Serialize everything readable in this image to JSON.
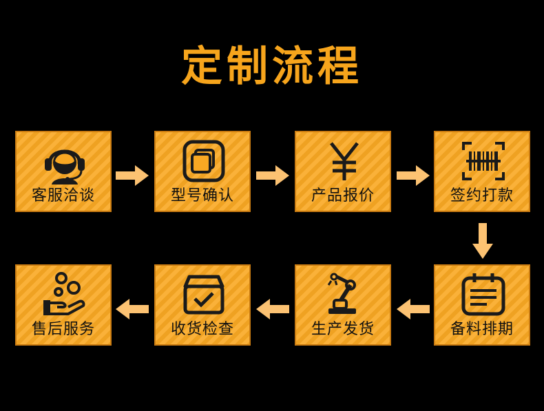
{
  "title": "定制流程",
  "colors": {
    "accent": "#f7a51c",
    "box": "#f9a823",
    "arrow": "#fcc272",
    "background": "#000000",
    "icon": "#1a1a1a"
  },
  "steps": [
    {
      "label": "客服洽谈",
      "icon": "headset-agent-icon"
    },
    {
      "label": "型号确认",
      "icon": "layers-icon"
    },
    {
      "label": "产品报价",
      "icon": "yen-icon"
    },
    {
      "label": "签约打款",
      "icon": "barcode-icon"
    },
    {
      "label": "备料排期",
      "icon": "calendar-icon"
    },
    {
      "label": "生产发货",
      "icon": "robot-arm-icon"
    },
    {
      "label": "收货检查",
      "icon": "box-check-icon"
    },
    {
      "label": "售后服务",
      "icon": "hand-service-icon"
    }
  ]
}
